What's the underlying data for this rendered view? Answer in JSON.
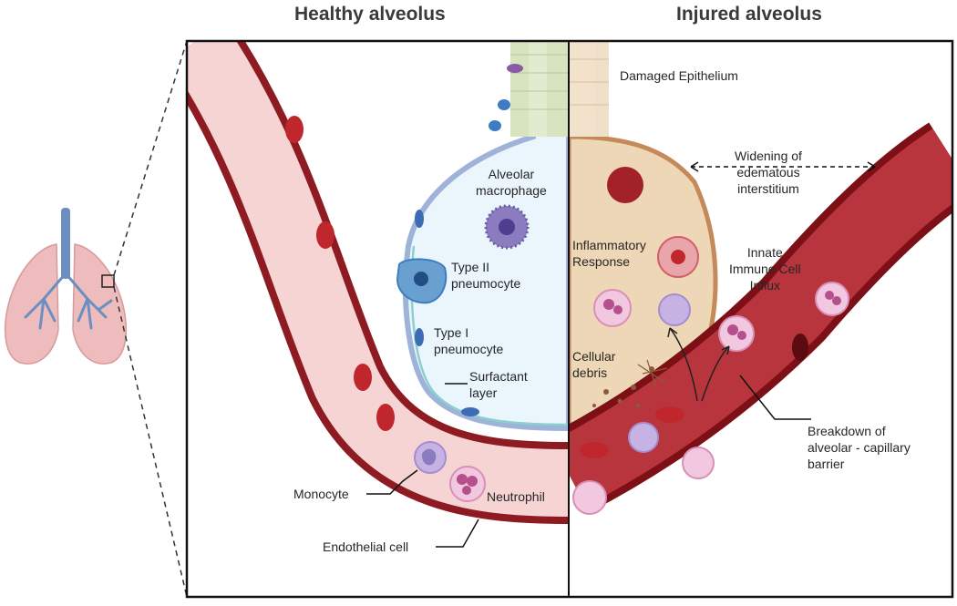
{
  "headings": {
    "healthy": "Healthy alveolus",
    "injured": "Injured alveolus"
  },
  "labels": {
    "damaged_epithelium": "Damaged Epithelium",
    "alveolar_macrophage": [
      "Alveolar",
      "macrophage"
    ],
    "type2_pneumocyte": [
      "Type II",
      "pneumocyte"
    ],
    "type1_pneumocyte": [
      "Type I",
      "pneumocyte"
    ],
    "surfactant_layer": [
      "Surfactant",
      "layer"
    ],
    "widening_interstitium": [
      "Widening of",
      "edematous",
      "interstitium"
    ],
    "inflammatory_response": [
      "Inflammatory",
      "Response"
    ],
    "innate_immune_influx": [
      "Innate",
      "Immune Cell",
      "Influx"
    ],
    "cellular_debris": [
      "Cellular",
      "debris"
    ],
    "breakdown_barrier": [
      "Breakdown of",
      "alveolar - capillary",
      "barrier"
    ],
    "monocyte": "Monocyte",
    "neutrophil": "Neutrophil",
    "endothelial_cell": "Endothelial cell"
  },
  "icons": {
    "lungs": "lungs-icon",
    "macrophage": "macrophage-cell-icon",
    "type2": "type-ii-pneumocyte-icon",
    "neutrophil": "neutrophil-cell-icon",
    "monocyte": "monocyte-cell-icon",
    "rbc": "red-blood-cell-icon"
  },
  "colors": {
    "vessel_wall": "#8e1a22",
    "vessel_lumen_healthy": "#f7d4d4",
    "vessel_lumen_injured": "#b8353d",
    "alveolus_fill": "#eaf6fb",
    "alveolus_wall": "#9fb3d9",
    "injured_alveolus_fill": "#eed7b6",
    "rbc": "#c0272d",
    "neutrophil": "#f1c8e0",
    "monocyte": "#c7b3e3",
    "macrophage": "#8a7cbf",
    "type2": "#6aa0cf",
    "lung": "#eebcbc",
    "airway": "#6b8fc2",
    "frame": "#111111"
  }
}
